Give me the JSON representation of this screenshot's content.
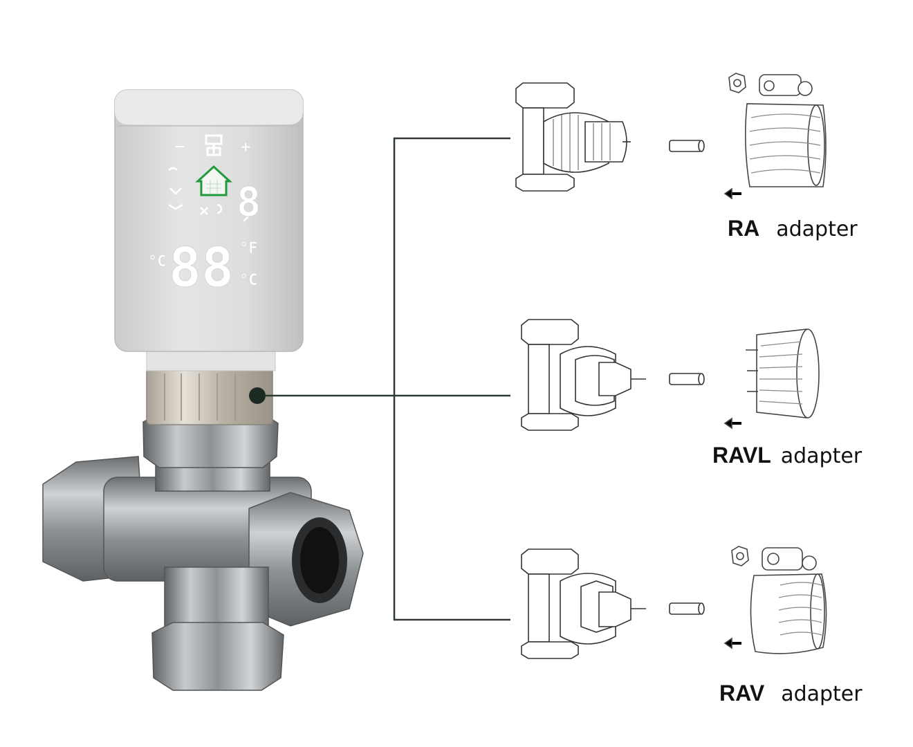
{
  "thermostat": {
    "display_digits": "88",
    "side_digit": "8",
    "minus": "−",
    "plus": "+",
    "unit_c": "°C",
    "unit_f": "°F",
    "accent_color": "#1f9a3a"
  },
  "adapters": [
    {
      "code": "RA",
      "word": "adapter"
    },
    {
      "code": "RAVL",
      "word": "adapter"
    },
    {
      "code": "RAV",
      "word": "adapter"
    }
  ],
  "colors": {
    "connector_line": "#2f3a34",
    "connector_dot": "#1d2a22",
    "line_art": "#333333",
    "housing": "#d9dadb",
    "brass": "#9aa0a4"
  }
}
